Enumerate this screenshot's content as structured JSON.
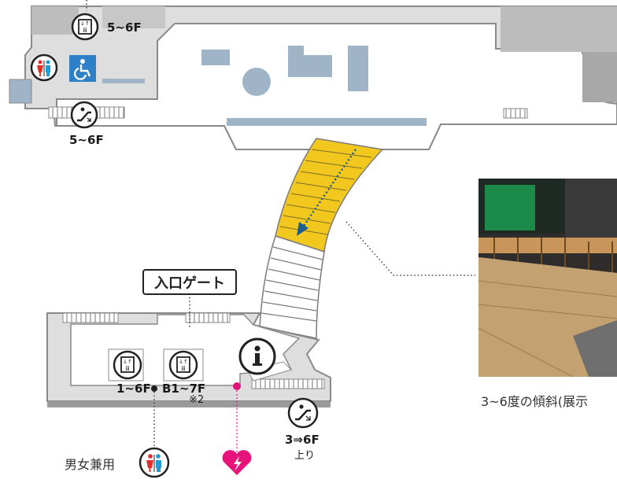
{
  "labels": {
    "top_elevator_floors": "5~6F",
    "top_escalator_floors": "5~6F",
    "elevator_a_floors": "1~6F",
    "elevator_b_floors": "B1~7F",
    "elevator_b_note": "※2",
    "escalator_floors": "3⇒6F",
    "escalator_direction": "上り",
    "restroom_label": "男女兼用",
    "entrance_gate": "入口ゲート",
    "slope_caption": "3~6度の傾斜(展示"
  },
  "icons": {
    "elevator": "elevator-icon",
    "escalator": "escalator-icon",
    "restroom": "restroom-icon",
    "accessible_restroom": "wheelchair-icon",
    "information": "info-icon",
    "aed": "aed-heart-icon"
  },
  "colors": {
    "building_fill": "#dedede",
    "wall": "#8a8a8a",
    "slope": "#f2c81e",
    "display_blocks": "#9fb4c6",
    "accessible_blue": "#2d7fc8",
    "female_red": "#e0302e",
    "male_blue": "#1e9bd7",
    "aed_pink": "#e6137a",
    "route_arrow": "#1d5d8f"
  }
}
